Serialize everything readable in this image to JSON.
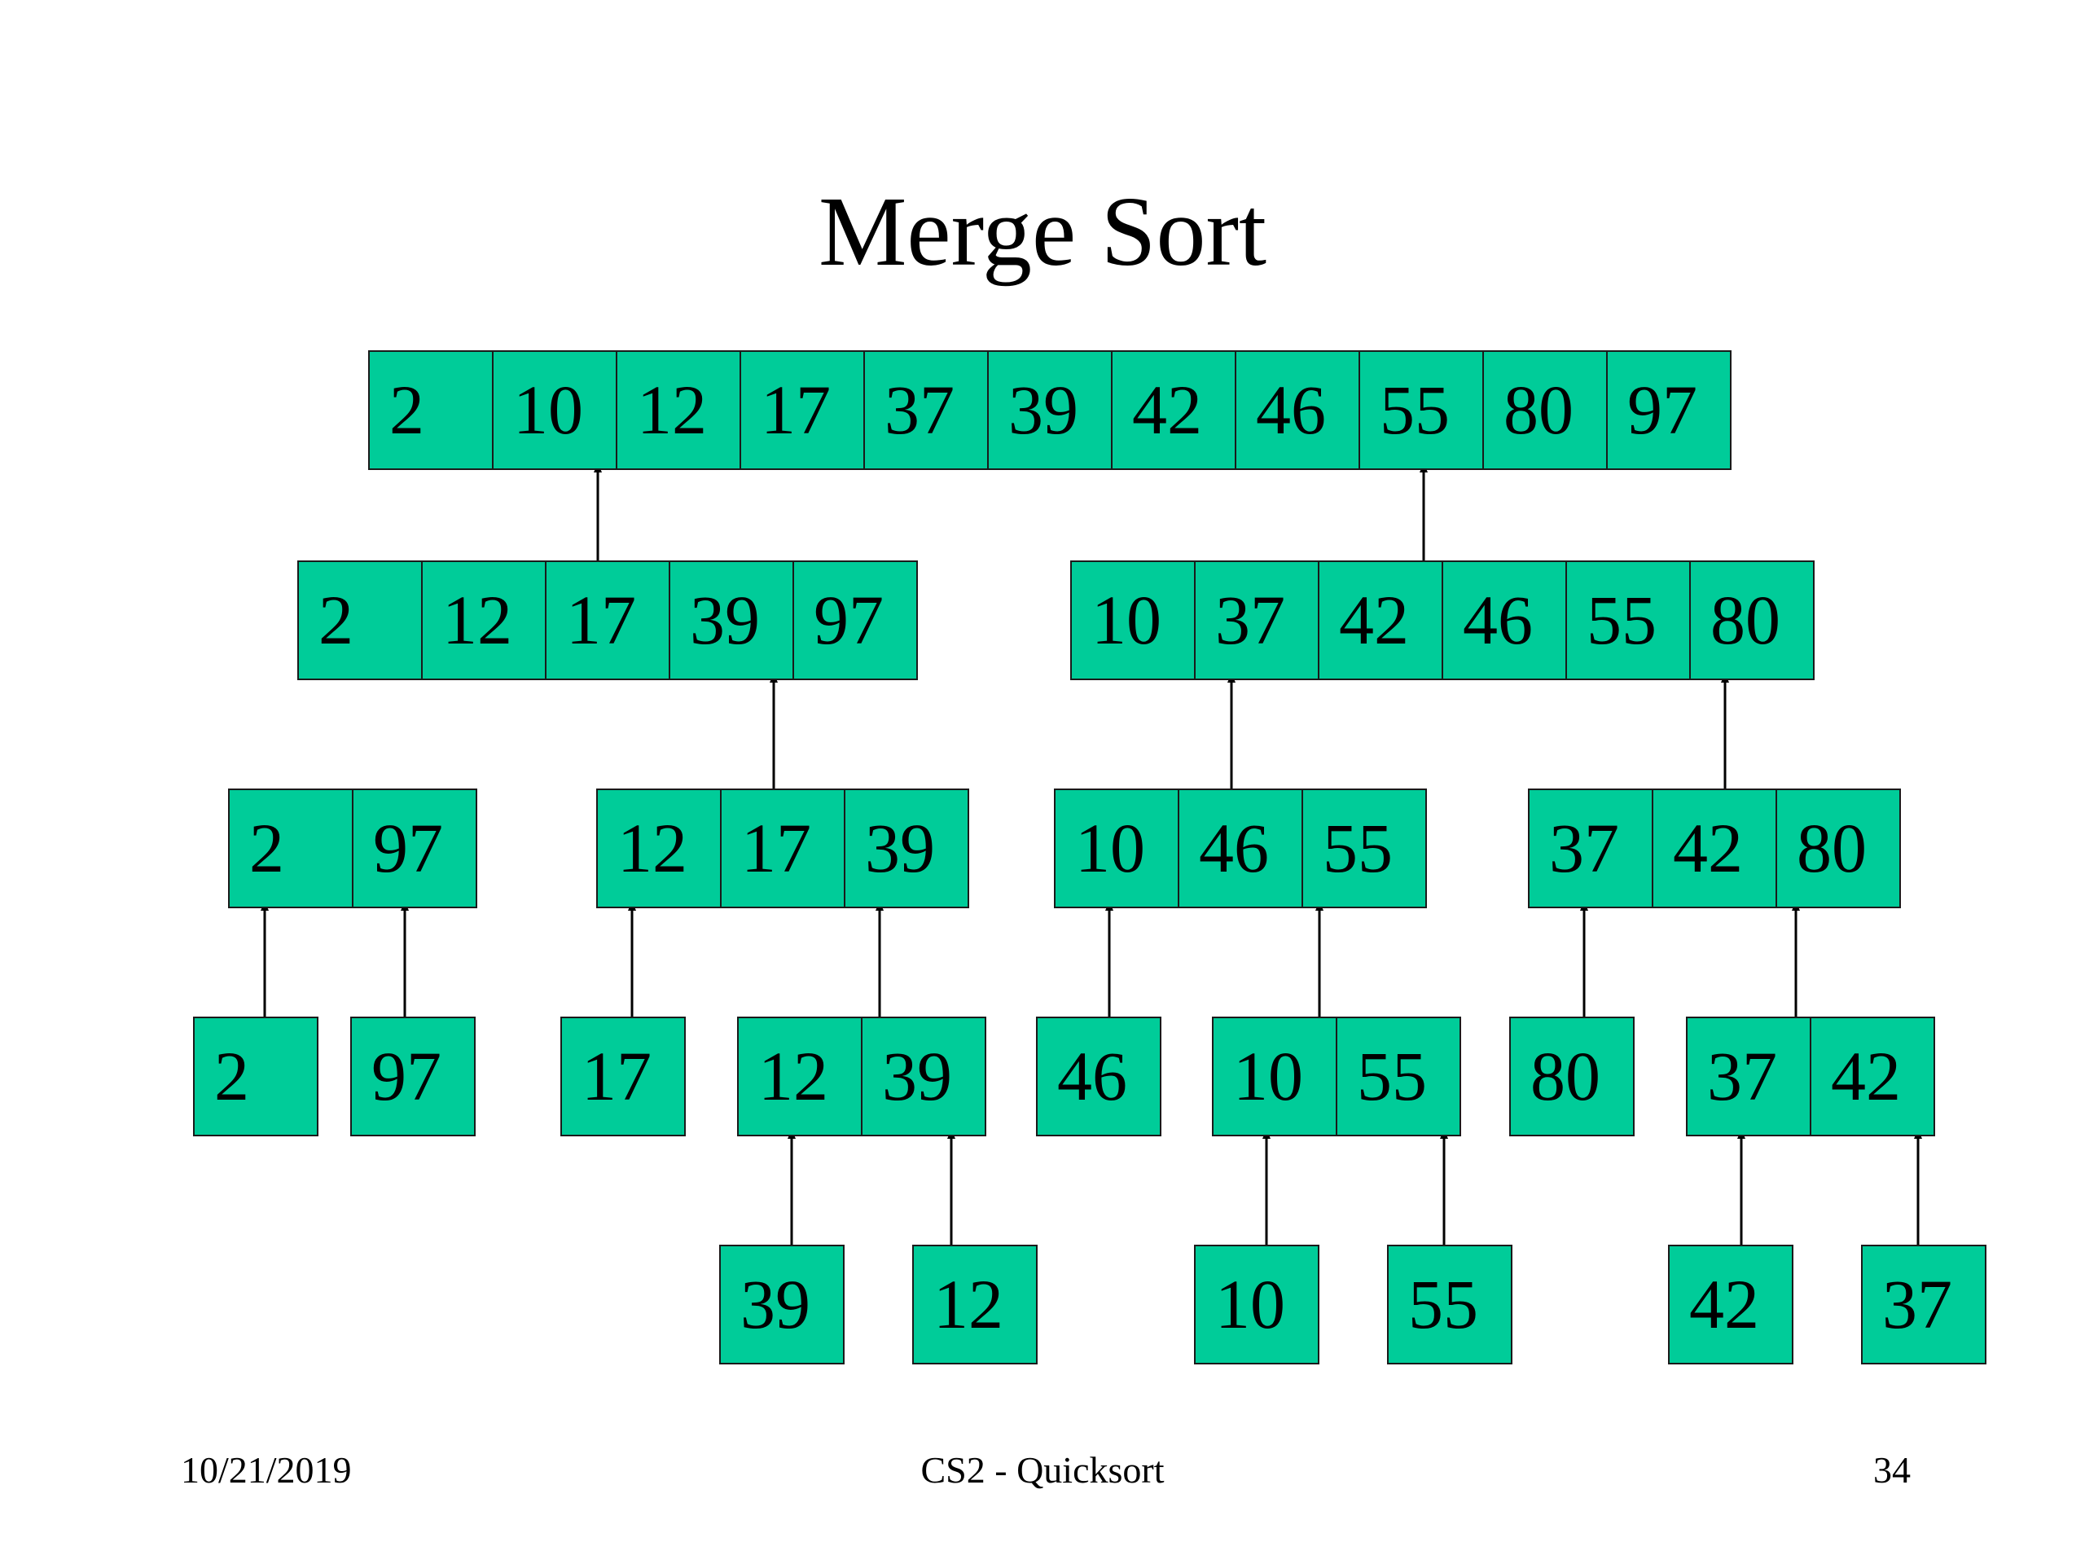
{
  "slide": {
    "title": "Merge Sort",
    "footer": {
      "date": "10/21/2019",
      "course": "CS2 - Quicksort",
      "page": "34"
    }
  },
  "colors": {
    "box_fill": "#00cc99",
    "box_border": "#1a1a1a",
    "arrow": "#000000"
  },
  "tree": {
    "level0": [
      {
        "id": "n0",
        "values": [
          "2",
          "10",
          "12",
          "17",
          "37",
          "39",
          "42",
          "46",
          "55",
          "80",
          "97"
        ]
      }
    ],
    "level1": [
      {
        "id": "n1a",
        "values": [
          "2",
          "12",
          "17",
          "39",
          "97"
        ]
      },
      {
        "id": "n1b",
        "values": [
          "10",
          "37",
          "42",
          "46",
          "55",
          "80"
        ]
      }
    ],
    "level2": [
      {
        "id": "n2a",
        "values": [
          "2",
          "97"
        ]
      },
      {
        "id": "n2b",
        "values": [
          "12",
          "17",
          "39"
        ]
      },
      {
        "id": "n2c",
        "values": [
          "10",
          "46",
          "55"
        ]
      },
      {
        "id": "n2d",
        "values": [
          "37",
          "42",
          "80"
        ]
      }
    ],
    "level3": [
      {
        "id": "n3a",
        "values": [
          "2"
        ]
      },
      {
        "id": "n3b",
        "values": [
          "97"
        ]
      },
      {
        "id": "n3c",
        "values": [
          "17"
        ]
      },
      {
        "id": "n3d",
        "values": [
          "12",
          "39"
        ]
      },
      {
        "id": "n3e",
        "values": [
          "46"
        ]
      },
      {
        "id": "n3f",
        "values": [
          "10",
          "55"
        ]
      },
      {
        "id": "n3g",
        "values": [
          "80"
        ]
      },
      {
        "id": "n3h",
        "values": [
          "37",
          "42"
        ]
      }
    ],
    "level4": [
      {
        "id": "n4a",
        "values": [
          "39"
        ]
      },
      {
        "id": "n4b",
        "values": [
          "12"
        ]
      },
      {
        "id": "n4c",
        "values": [
          "10"
        ]
      },
      {
        "id": "n4d",
        "values": [
          "55"
        ]
      },
      {
        "id": "n4e",
        "values": [
          "42"
        ]
      },
      {
        "id": "n4f",
        "values": [
          "37"
        ]
      }
    ],
    "edges": [
      [
        "n1a",
        "n0"
      ],
      [
        "n1b",
        "n0"
      ],
      [
        "n2b",
        "n1a"
      ],
      [
        "n2c",
        "n1b"
      ],
      [
        "n2d",
        "n1b"
      ],
      [
        "n3a",
        "n2a"
      ],
      [
        "n3b",
        "n2a"
      ],
      [
        "n3c",
        "n2b"
      ],
      [
        "n3d",
        "n2b"
      ],
      [
        "n3e",
        "n2c"
      ],
      [
        "n3f",
        "n2c"
      ],
      [
        "n3g",
        "n2d"
      ],
      [
        "n3h",
        "n2d"
      ],
      [
        "n4a",
        "n3d"
      ],
      [
        "n4b",
        "n3d"
      ],
      [
        "n4c",
        "n3f"
      ],
      [
        "n4d",
        "n3f"
      ],
      [
        "n4e",
        "n3h"
      ],
      [
        "n4f",
        "n3h"
      ]
    ]
  }
}
